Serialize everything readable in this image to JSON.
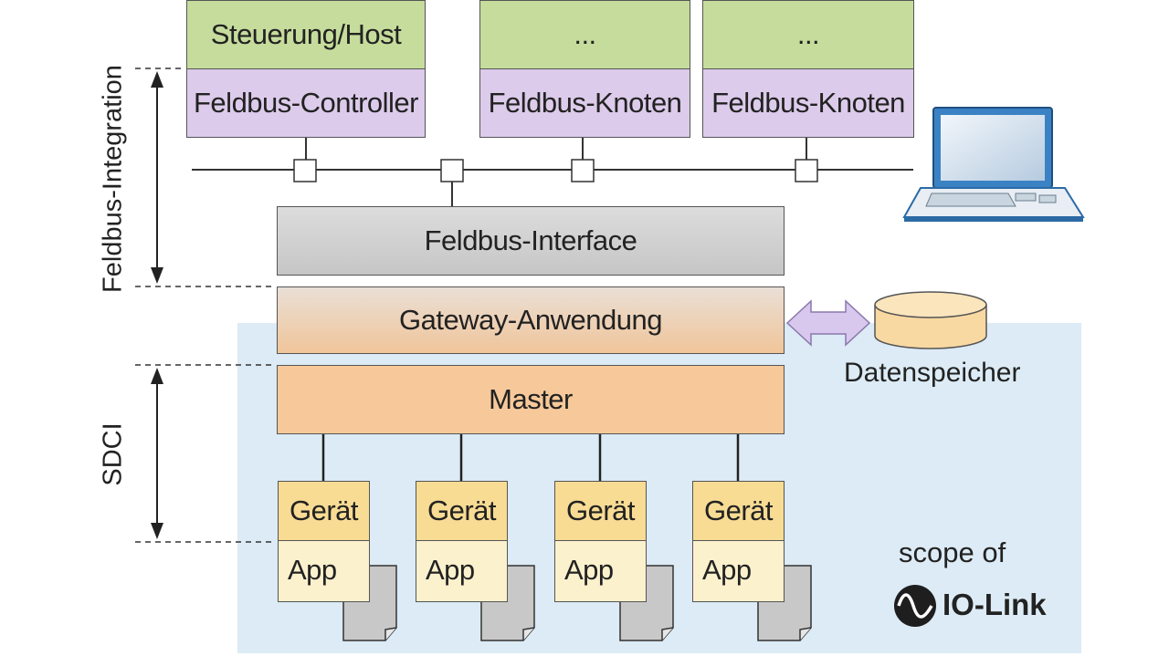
{
  "top_nodes": {
    "host": {
      "title": "Steuerung/Host",
      "sub": "Feldbus-Controller"
    },
    "node1": {
      "title": "...",
      "sub": "Feldbus-Knoten"
    },
    "node2": {
      "title": "...",
      "sub": "Feldbus-Knoten"
    }
  },
  "fieldbus_interface": "Feldbus-Interface",
  "gateway": "Gateway-Anwendung",
  "master": "Master",
  "storage": "Datenspeicher",
  "devices": [
    {
      "title": "Gerät",
      "app": "App"
    },
    {
      "title": "Gerät",
      "app": "App"
    },
    {
      "title": "Gerät",
      "app": "App"
    },
    {
      "title": "Gerät",
      "app": "App"
    }
  ],
  "side_labels": {
    "fieldbus_integration": "Feldbus-Integration",
    "sdci": "SDCI"
  },
  "scope": {
    "prefix": "scope of",
    "brand": "IO-Link"
  },
  "icons": [
    "laptop-icon",
    "database-icon",
    "document-icon",
    "io-link-logo-icon",
    "double-arrow-icon"
  ],
  "colors": {
    "green": "#c6dc9c",
    "purple": "#dccbea",
    "gray": "#c8c8c8",
    "orange": "#f7c99a",
    "yellow": "#f8dc94",
    "cream": "#fcf1cd",
    "scope_bg": "#dcebf5",
    "laptop_blue": "#3b82c4"
  }
}
